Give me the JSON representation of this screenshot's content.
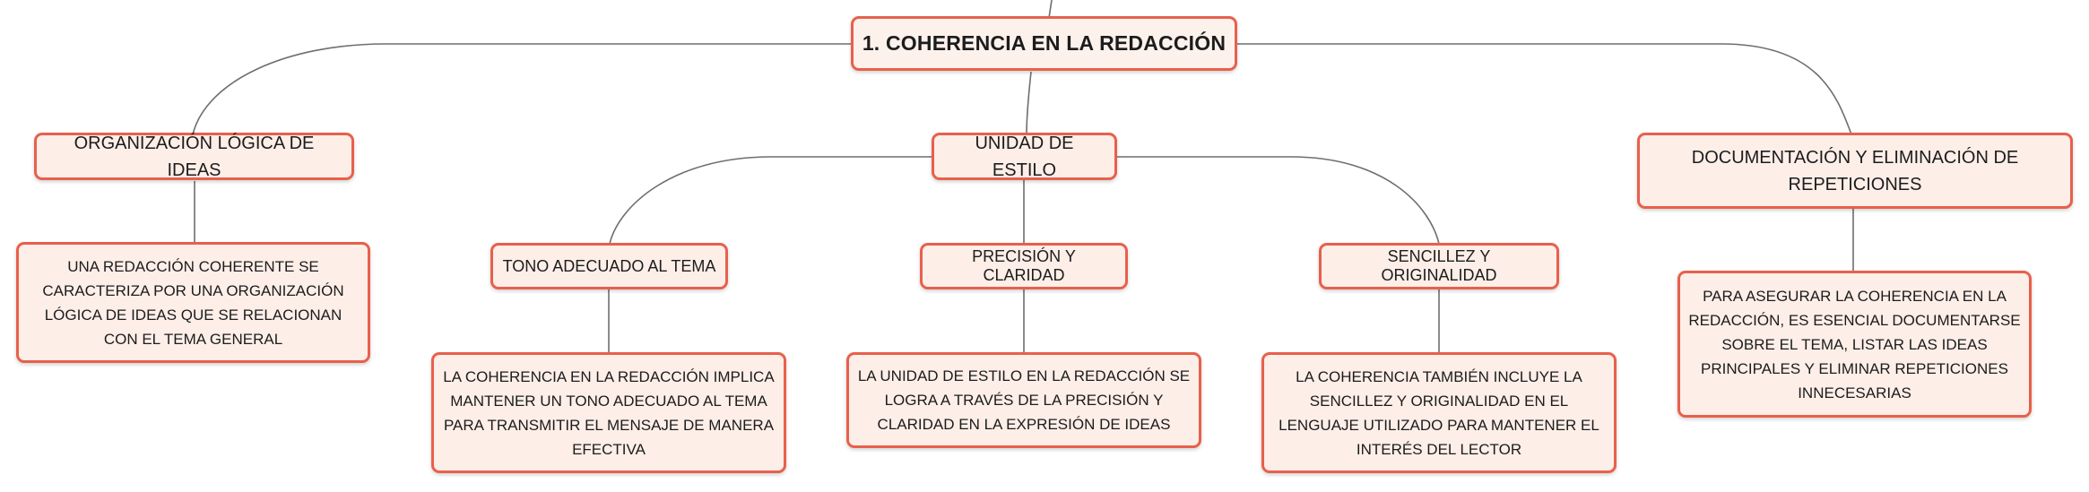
{
  "root": {
    "label": "1. COHERENCIA EN LA REDACCIÓN"
  },
  "branches": {
    "organizacion": {
      "label": "ORGANIZACIÓN LÓGICA DE IDEAS",
      "description": "UNA REDACCIÓN COHERENTE SE CARACTERIZA POR UNA ORGANIZACIÓN LÓGICA DE IDEAS QUE SE RELACIONAN CON EL TEMA GENERAL"
    },
    "unidad": {
      "label": "UNIDAD DE ESTILO",
      "children": {
        "tono": {
          "label": "TONO ADECUADO AL TEMA",
          "description": "LA COHERENCIA EN LA REDACCIÓN IMPLICA MANTENER UN TONO ADECUADO AL TEMA PARA TRANSMITIR EL MENSAJE DE MANERA EFECTIVA"
        },
        "precision": {
          "label": "PRECISIÓN Y CLARIDAD",
          "description": "LA UNIDAD DE ESTILO EN LA REDACCIÓN SE LOGRA A TRAVÉS DE LA PRECISIÓN Y CLARIDAD EN LA EXPRESIÓN DE IDEAS"
        },
        "sencillez": {
          "label": "SENCILLEZ Y ORIGINALIDAD",
          "description": "LA COHERENCIA TAMBIÉN INCLUYE LA SENCILLEZ Y ORIGINALIDAD EN EL LENGUAJE UTILIZADO PARA MANTENER EL INTERÉS DEL LECTOR"
        }
      }
    },
    "documentacion": {
      "label": "DOCUMENTACIÓN Y ELIMINACIÓN DE REPETICIONES",
      "description": "PARA ASEGURAR LA COHERENCIA EN LA REDACCIÓN, ES ESENCIAL DOCUMENTARSE SOBRE EL TEMA, LISTAR LAS IDEAS PRINCIPALES Y ELIMINAR REPETICIONES INNECESARIAS"
    }
  },
  "colors": {
    "node_border": "#e8604c",
    "node_fill": "#fdeee8",
    "connector": "#6e6e6e",
    "text": "#1c1c1c"
  }
}
